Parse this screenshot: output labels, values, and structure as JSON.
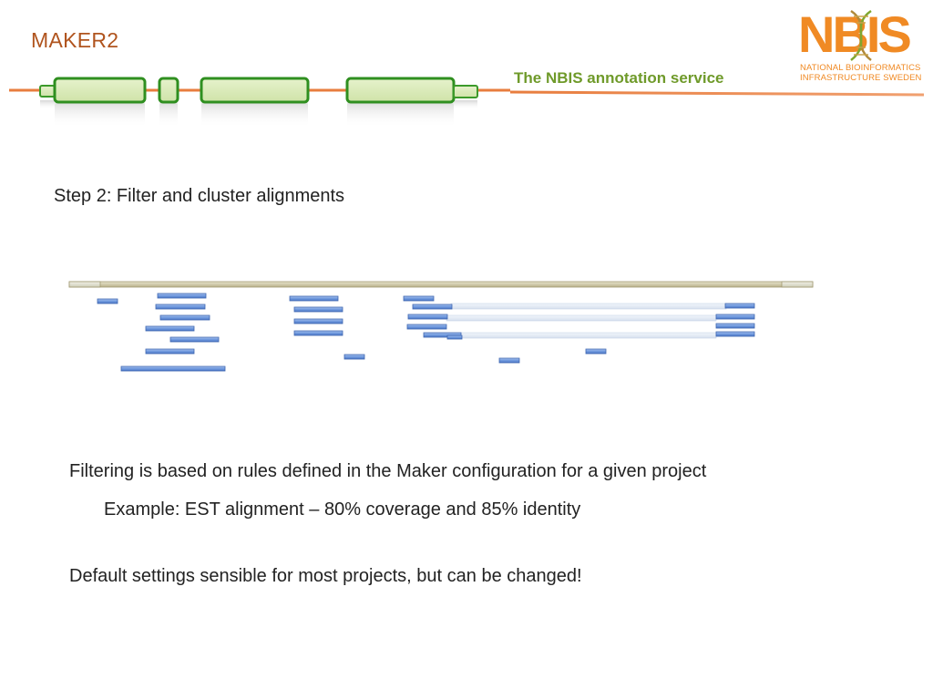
{
  "header": {
    "title": "MAKER2",
    "subtitle": "The NBIS annotation service"
  },
  "logo": {
    "word": "NBIS",
    "line1": "NATIONAL BIOINFORMATICS",
    "line2": "INFRASTRUCTURE SWEDEN"
  },
  "main": {
    "step": "Step 2: Filter and cluster alignments",
    "text1": "Filtering is based on rules defined in the Maker configuration for a given project",
    "text2": "Example: EST alignment – 80% coverage and 85% identity",
    "text3": "Default settings sensible for most projects, but can be changed!"
  },
  "colors": {
    "title": "#b0541e",
    "accent_green": "#6f9a2a",
    "brand_orange": "#f08a24",
    "alignment_blue": "#6f98dd"
  }
}
